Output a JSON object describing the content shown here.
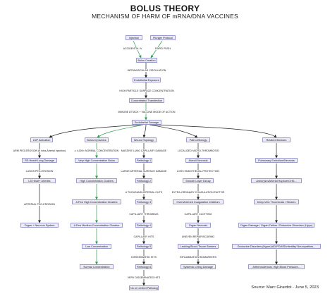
{
  "header": {
    "title": "BOLUS THEORY",
    "subtitle": "MECHANISM OF HARM OF mRNA/DNA VACCINES"
  },
  "nodes": {
    "injection": "Injection",
    "plunger_protocol": "Plunger Protocol",
    "bolus_creation": "Bolus Creation",
    "endothelial_exposure": "Endothelial Exposure",
    "concentrated_transfection": "Concentrated Transfection",
    "endothelial_damage": "Endothelial Damage",
    "lnp_activation": "LNP Activation",
    "rs_heart_lung_damage": "RS Heart+Lung Damage",
    "ls_heart_arteries": "LS Heart+ Arteries",
    "organ_nervous_system": "Organ + Nervous System",
    "bolus_dynamics": "Bolus Dynamics",
    "very_high_concentration_bolus": "Very High Concentration Bolus",
    "high_concentration_clusters": "High Concentration Clusters",
    "few_high_concentration_clusters": "A Few High Concentration Clusters",
    "few_medium_concentration_clusters": "A Few Medium Concentration Clusters",
    "low_concentration": "Low Concentration",
    "normal_concentration": "Normal Concentration",
    "wound_topology": "Wound Topology",
    "pathology_1": "Pathology 1",
    "pathology_2": "Pathology 2",
    "pathology_3": "Pathology 3",
    "pathology_4": "Pathology 4",
    "pathology_5": "Pathology 5",
    "pathology_6": "Pathology 6",
    "no_or_limited_pathology": "No or Limited Pathology",
    "patho_etiology": "Patho-Etiology",
    "alveoli_necrosis": "Alveoli Necrosis",
    "smooth_layer_decay": "Smooth Layer Decay",
    "overwhelmed_coagulation_inhibitors": "Overwhelmed Coagulation Inhibitors",
    "organ_necrosis": "Organ Necrosis",
    "leaking_blood_tissue_barriers": "Leaking Blood-Tissue Barriers",
    "systemic_lining_damage": "Systemic Lining Damage",
    "related_illnesses": "Related Illnesses",
    "pulmonary_embolism_necrosis": "Pulmonary Embolism/Necrosis",
    "aneurysm_arterial_rupture": "Aneurysm/Arterial Rupture/CHD...",
    "deep_vein_thrombosis_strokes": "Deep-Vein Thrombosis / Strokes",
    "organ_damage_failure": "Organ Damage / Organ Failure / Endocrine Disorders (Hypo)",
    "endocrine_disorders_hyper": "Endocrine Disorders (Hyper)/AD/PD/MS/Infertility/ Neuropathies...",
    "atherosclerosis": "Artherosclerosis, High Blood Pressure..."
  },
  "edge_labels": {
    "accidental_iv": "ACCIDENTAL IV",
    "rapid_push": "RAPID PUSH",
    "intravascular_circulation": "INTRAVASCULAR CIRCULATION",
    "high_particle_surface_concentration": "HIGH PARTICLE SURFACE CONCENTRATION",
    "immune_attack": "IMMUNE ATTACK + VACCINE MODE OF ACTION",
    "arm_peg_erosion": "ARM PEG-EROSION (if intra-Arterial Injection)",
    "lungs_peg_erosion": "LUNGS PEG-EROSION",
    "arterial_peg_erosion": "ARTERIAL PEG-EROSION",
    "normal_concentration_4000x": "≥ 4,000× NORMAL CONCENTRATION",
    "massive_lung_capillary_damage": "MASSIVE LUNG CAPILLARY DAMAGE",
    "large_arterial_surface_damage": "LARGE ARTERIAL SURFACE DAMAGE",
    "thousand_arterial_cuts": "A THOUSAND ARTERIAL CUTS",
    "capillary_thrombus": "CAPILLARY THROMBUS",
    "capillary_hits": "CAPILLARY HITS",
    "disseminated_hits": "DISSEMINATED HITS",
    "very_disseminated_hits": "VERY DISSEMINATED HITS",
    "localized_micro_thrombosis": "LOCALIZED MICRO-THROMBOSIS",
    "loss_endothelial_protection": "LOSS ENDOTHELIAL PROTECTION",
    "extra_ordinary_coagulation_factor": "EXTRA-ORDINARY COAGULATION FACTOR",
    "capillary_clotting": "CAPILLARY CLOTTING",
    "uneven_repair_scaring": "UNEVEN REPAIR/SCARING",
    "inflammation_biomarkers": "INFLAMMATION BIOMARKERS"
  },
  "source": "Source: Marc Girardot - June 5, 2023",
  "colors": {
    "node_fill": "#ebebfa",
    "node_border": "#9a9ad0",
    "edge_dark": "#222222",
    "edge_green": "#2e9e4e",
    "edge_blue": "#4a78c8"
  }
}
